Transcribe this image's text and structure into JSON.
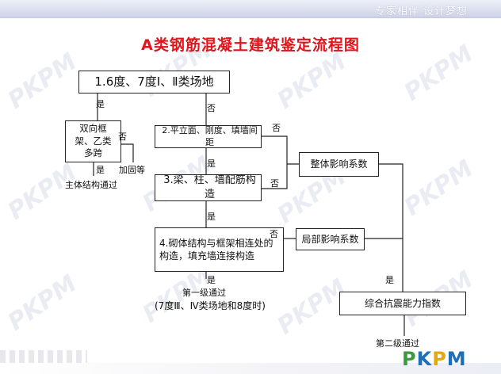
{
  "header": {
    "tagline": "专家相伴  设计梦想"
  },
  "watermark": {
    "text": "PKPM"
  },
  "title": "A类钢筋混凝土建筑鉴定流程图",
  "nodes": {
    "n1": "1.6度、7度Ⅰ、Ⅱ类场地",
    "n_frame": "双向框架、乙类多跨",
    "n2": "2.平立面、刚度、填墙间距",
    "n3": "3.梁、柱、墙配筋构造",
    "n4": "4.砌体结构与框架相连处的构造，填充墙连接构造",
    "n_overall": "整体影响系数",
    "n_local": "局部影响系数",
    "n_index": "综合抗震能力指数"
  },
  "labels": {
    "yes": "是",
    "no": "否",
    "reinforce": "加固等",
    "main_pass": "主体结构通过",
    "level1_pass": "第一级通过",
    "level1_note": "(7度Ⅲ、Ⅳ类场地和8度时)",
    "level2_pass": "第二级通过"
  },
  "logo": {
    "p": "P",
    "k": "K",
    "o": "P",
    "m": "M"
  },
  "colors": {
    "title": "#e0141b",
    "top_bar": "#cdd2e6",
    "line": "#222222"
  }
}
